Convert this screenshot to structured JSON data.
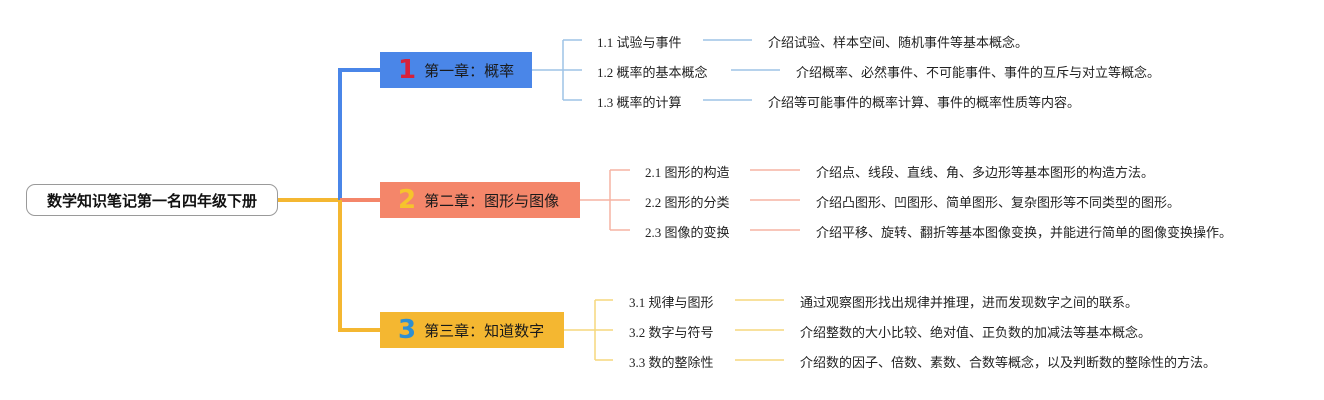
{
  "root": {
    "title": "数学知识笔记第一名四年级下册"
  },
  "chapters": [
    {
      "num": "1",
      "title": "第一章：概率",
      "color": "#4a86e8",
      "num_color": "#d6213b",
      "line_color": "#9ec3e6",
      "sections": [
        {
          "label": "1.1 试验与事件",
          "desc": "介绍试验、样本空间、随机事件等基本概念。"
        },
        {
          "label": "1.2 概率的基本概念",
          "desc": "介绍概率、必然事件、不可能事件、事件的互斥与对立等概念。"
        },
        {
          "label": "1.3 概率的计算",
          "desc": "介绍等可能事件的概率计算、事件的概率性质等内容。"
        }
      ]
    },
    {
      "num": "2",
      "title": "第二章：图形与图像",
      "color": "#f4866a",
      "num_color": "#f6c42c",
      "line_color": "#f5b3a3",
      "sections": [
        {
          "label": "2.1 图形的构造",
          "desc": "介绍点、线段、直线、角、多边形等基本图形的构造方法。"
        },
        {
          "label": "2.2 图形的分类",
          "desc": "介绍凸图形、凹图形、简单图形、复杂图形等不同类型的图形。"
        },
        {
          "label": "2.3 图像的变换",
          "desc": "介绍平移、旋转、翻折等基本图像变换，并能进行简单的图像变换操作。"
        }
      ]
    },
    {
      "num": "3",
      "title": "第三章：知道数字",
      "color": "#f4b731",
      "num_color": "#2f8fd1",
      "line_color": "#f6d77d",
      "sections": [
        {
          "label": "3.1 规律与图形",
          "desc": "通过观察图形找出规律并推理，进而发现数字之间的联系。"
        },
        {
          "label": "3.2 数字与符号",
          "desc": "介绍整数的大小比较、绝对值、正负数的加减法等基本概念。"
        },
        {
          "label": "3.3 数的整除性",
          "desc": "介绍数的因子、倍数、素数、合数等概念，以及判断数的整除性的方法。"
        }
      ]
    }
  ]
}
